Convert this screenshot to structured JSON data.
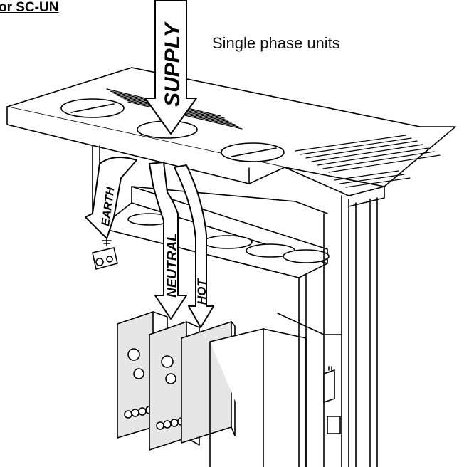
{
  "heading": "or SC-UN",
  "caption": "Single phase units",
  "arrows": {
    "supply": "SUPPLY",
    "earth": "EARTH",
    "neutral": "NEUTRAL",
    "hot": "HOT"
  },
  "colors": {
    "line": "#000000",
    "panel_fill": "#ffffff",
    "block_fill": "#e6e6e6"
  }
}
